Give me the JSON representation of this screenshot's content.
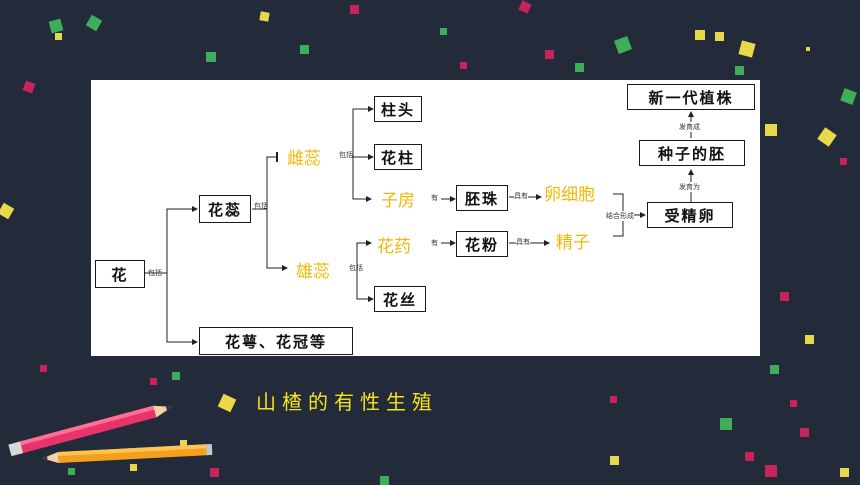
{
  "diagram": {
    "boxes": {
      "flower": "花",
      "stamens_pistil": "花蕊",
      "sepals_petals": "花萼、花冠等",
      "stigma": "柱头",
      "style": "花柱",
      "ovule": "胚珠",
      "pollen": "花粉",
      "filament": "花丝",
      "fertilized_egg": "受精卵",
      "seed_embryo": "种子的胚",
      "new_plant": "新一代植株"
    },
    "labels": {
      "pistil": "雌蕊",
      "stamen": "雄蕊",
      "ovary": "子房",
      "anther": "花药",
      "egg": "卵细胞",
      "sperm": "精子"
    },
    "edge_labels": {
      "includes_1": "包括",
      "includes_2": "包括",
      "includes_3": "包括",
      "includes_4": "包括",
      "has_1": "有",
      "has_2": "有",
      "contains_1": "具有",
      "contains_2": "具有",
      "combine": "结合形成",
      "develops_into": "发育为",
      "develops_into_2": "发育成"
    }
  },
  "caption": "山楂的有性生殖",
  "colors": {
    "background": "#232b3a",
    "label_yellow": "#f2b705",
    "caption_yellow": "#f7e21a"
  }
}
